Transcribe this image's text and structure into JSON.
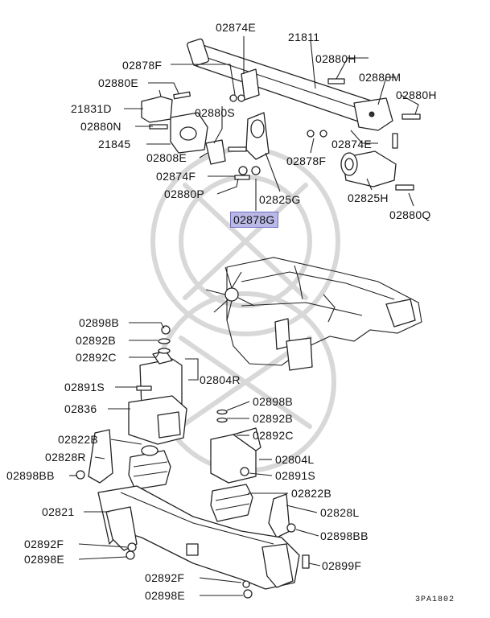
{
  "diagram": {
    "reference_code": "3PA1802",
    "highlighted_part": "02878G",
    "callouts": [
      {
        "id": "c1",
        "label": "02874E"
      },
      {
        "id": "c2",
        "label": "21811"
      },
      {
        "id": "c3",
        "label": "02878F"
      },
      {
        "id": "c4",
        "label": "02880H"
      },
      {
        "id": "c5",
        "label": "02880E"
      },
      {
        "id": "c6",
        "label": "02880M"
      },
      {
        "id": "c7",
        "label": "02880H"
      },
      {
        "id": "c8",
        "label": "21831D"
      },
      {
        "id": "c9",
        "label": "02880S"
      },
      {
        "id": "c10",
        "label": "02880N"
      },
      {
        "id": "c11",
        "label": "21845"
      },
      {
        "id": "c12",
        "label": "02874E"
      },
      {
        "id": "c13",
        "label": "02808E"
      },
      {
        "id": "c14",
        "label": "02878F"
      },
      {
        "id": "c15",
        "label": "02874F"
      },
      {
        "id": "c16",
        "label": "02880P"
      },
      {
        "id": "c17",
        "label": "02825G"
      },
      {
        "id": "c18",
        "label": "02825H"
      },
      {
        "id": "c19",
        "label": "02878G"
      },
      {
        "id": "c20",
        "label": "02880Q"
      },
      {
        "id": "c21",
        "label": "02898B"
      },
      {
        "id": "c22",
        "label": "02892B"
      },
      {
        "id": "c23",
        "label": "02892C"
      },
      {
        "id": "c24",
        "label": "02891S"
      },
      {
        "id": "c25",
        "label": "02804R"
      },
      {
        "id": "c26",
        "label": "02836"
      },
      {
        "id": "c27",
        "label": "02898B"
      },
      {
        "id": "c28",
        "label": "02892B"
      },
      {
        "id": "c29",
        "label": "02892C"
      },
      {
        "id": "c30",
        "label": "02822B"
      },
      {
        "id": "c31",
        "label": "02828R"
      },
      {
        "id": "c32",
        "label": "02804L"
      },
      {
        "id": "c33",
        "label": "02898BB"
      },
      {
        "id": "c34",
        "label": "02891S"
      },
      {
        "id": "c35",
        "label": "02822B"
      },
      {
        "id": "c36",
        "label": "02821"
      },
      {
        "id": "c37",
        "label": "02828L"
      },
      {
        "id": "c38",
        "label": "02898BB"
      },
      {
        "id": "c39",
        "label": "02892F"
      },
      {
        "id": "c40",
        "label": "02898E"
      },
      {
        "id": "c41",
        "label": "02899F"
      },
      {
        "id": "c42",
        "label": "02892F"
      },
      {
        "id": "c43",
        "label": "02898E"
      }
    ]
  }
}
